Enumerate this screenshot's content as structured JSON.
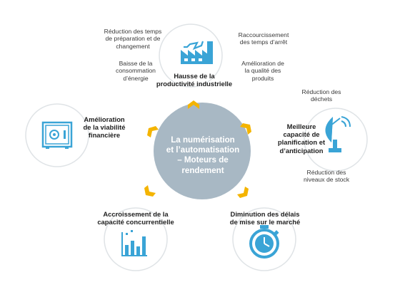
{
  "center": {
    "line1": "La numérisation",
    "line2": "et l’automatisation",
    "line3": "– Moteurs de",
    "line4": "rendement"
  },
  "nodes": {
    "top": {
      "title_l1": "Hausse de la",
      "title_l2": "productivité industrielle",
      "notes": {
        "prep_l1": "Réduction des temps",
        "prep_l2": "de préparation et de",
        "prep_l3": "changement",
        "energy_l1": "Baisse de la",
        "energy_l2": "consommation",
        "energy_l3": "d’énergie",
        "stop_l1": "Raccourcissement",
        "stop_l2": "des temps d’arrêt",
        "quality_l1": "Amélioration de",
        "quality_l2": "la qualité des",
        "quality_l3": "produits"
      }
    },
    "right": {
      "title_l1": "Meilleure",
      "title_l2": "capacité de",
      "title_l3": "planification et",
      "title_l4": "d’anticipation",
      "notes": {
        "waste_l1": "Réduction des",
        "waste_l2": "déchets",
        "stock_l1": "Réduction des",
        "stock_l2": "niveaux de stock"
      }
    },
    "bottom_right": {
      "title_l1": "Diminution des délais",
      "title_l2": "de mise sur le marché"
    },
    "bottom_left": {
      "title_l1": "Accroissement de la",
      "title_l2": "capacité concurrentielle"
    },
    "left": {
      "title_l1": "Amélioration",
      "title_l2": "de la viabilité",
      "title_l3": "financière"
    }
  },
  "colors": {
    "center_circle": "#a8b8c4",
    "chevron": "#f4b400",
    "icon": "#3aa4d6",
    "node_circle_border": "#dfe3e6"
  },
  "icons": {
    "top": "factory-icon",
    "right": "satellite-dish-icon",
    "bottom_right": "stopwatch-icon",
    "bottom_left": "bar-chart-icon",
    "left": "safe-icon"
  }
}
